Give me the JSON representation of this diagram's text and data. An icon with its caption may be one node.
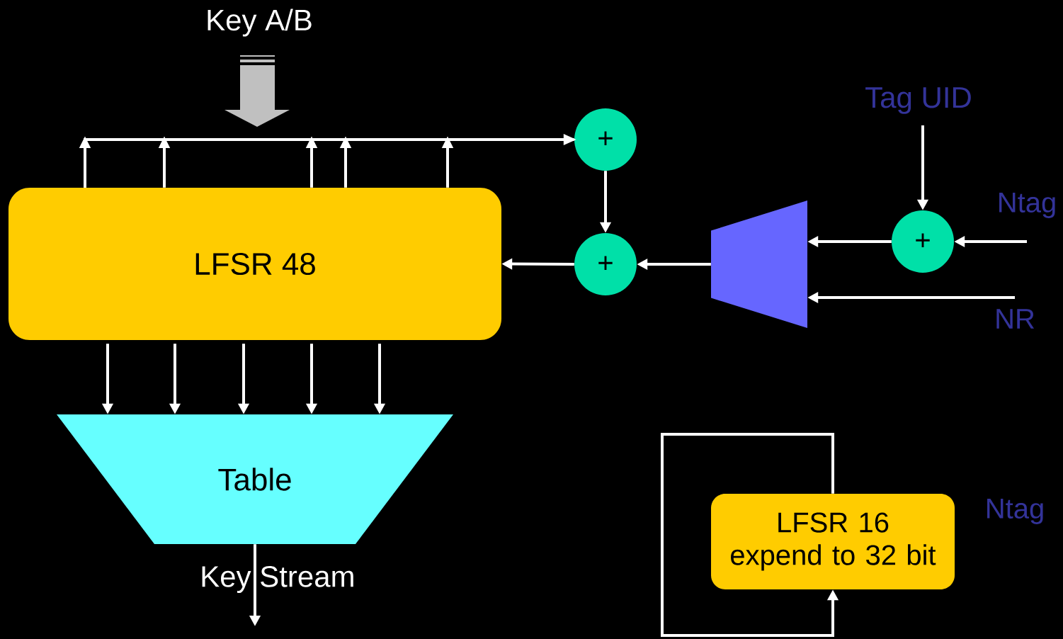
{
  "diagram": {
    "nodes": [
      {
        "text": [
          "LFSR 48"
        ]
      },
      {
        "text": [
          "Table"
        ]
      },
      {
        "text": [
          "+"
        ]
      },
      {
        "text": [
          "+"
        ]
      },
      {
        "text": [],
        "shape": "trapezoid"
      },
      {
        "text": [
          "+"
        ]
      },
      {
        "text": [
          "Tag UID"
        ]
      },
      {
        "text": [
          "Ntag"
        ]
      },
      {
        "text": [
          "NR"
        ]
      },
      {
        "text": [
          "Key A/B"
        ]
      },
      {
        "text": [
          "LFSR 16 expend to 32 bit"
        ],
        "beside": [
          "Ntag"
        ]
      }
    ],
    "edges": [
      {
        "from": 0,
        "to": 2,
        "arrow": "to"
      },
      {
        "from": 2,
        "to": 3,
        "arrow": "to"
      },
      {
        "from": 3,
        "to": 0,
        "arrow": "to"
      },
      {
        "from": 4,
        "to": 3,
        "arrow": "to"
      },
      {
        "from": 5,
        "to": 4,
        "arrow": "to"
      },
      {
        "from": 6,
        "to": 5,
        "arrow": "to"
      },
      {
        "from": 7,
        "to": 5,
        "arrow": "to"
      },
      {
        "from": 8,
        "to": 4,
        "arrow": "to"
      },
      {
        "from": 0,
        "to": 1,
        "arrow": "to"
      },
      {
        "from": 0,
        "to": 1,
        "arrow": "to"
      },
      {
        "from": 0,
        "to": 1,
        "arrow": "to"
      },
      {
        "from": 0,
        "to": 1,
        "arrow": "to"
      },
      {
        "from": 0,
        "to": 1,
        "arrow": "to"
      },
      {
        "from": 9,
        "to": null,
        "arrow": "to",
        "style": "thick",
        "color": "#c0c0c0"
      },
      {
        "from": 1,
        "to": null,
        "arrow": "to",
        "label": "Key Stream"
      },
      {
        "from": 10,
        "to": 10,
        "arrow": "to"
      }
    ]
  }
}
